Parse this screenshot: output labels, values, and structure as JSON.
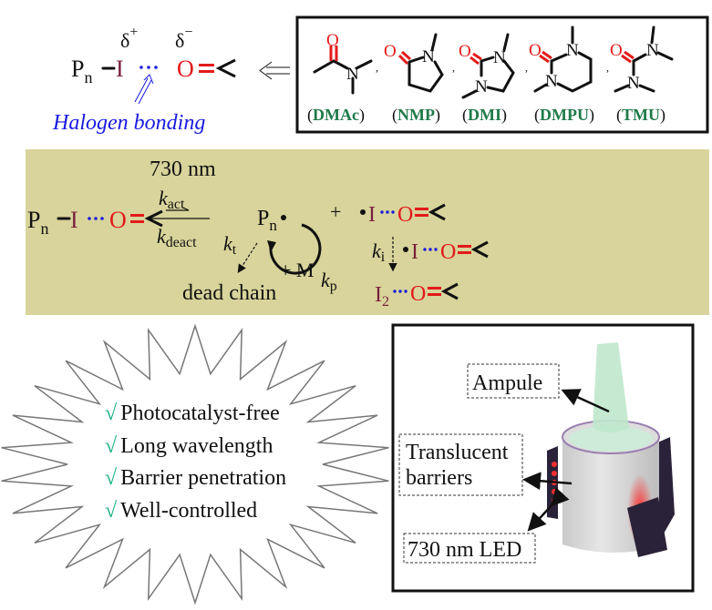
{
  "top": {
    "pn": "P",
    "pn_sub": "n",
    "iodine": "I",
    "oxygen": "O",
    "delta_plus": "δ",
    "delta_plus_sign": "+",
    "delta_minus": "δ",
    "delta_minus_sign": "−",
    "halogen_bonding": "Halogen bonding"
  },
  "solvents": [
    {
      "label": "DMAc"
    },
    {
      "label": "NMP"
    },
    {
      "label": "DMI"
    },
    {
      "label": "DMPU"
    },
    {
      "label": "TMU"
    }
  ],
  "atoms": {
    "O": "O",
    "N": "N"
  },
  "mechanism": {
    "wavelength": "730 nm",
    "k": "k",
    "act": "act",
    "deact": "deact",
    "t": "t",
    "p": "p",
    "i": "i",
    "pn": "P",
    "pn_sub": "n",
    "iodine": "I",
    "oxygen": "O",
    "i2_sub": "2",
    "plus": "+",
    "plus_m": "+ M",
    "dead_chain": "dead chain"
  },
  "advantages": [
    "Photocatalyst-free",
    "Long wavelength",
    "Barrier penetration",
    "Well-controlled"
  ],
  "check_mark": "√",
  "device": {
    "ampule": "Ampule",
    "barriers_line1": "Translucent",
    "barriers_line2": "barriers",
    "led": "730 nm LED"
  },
  "colors": {
    "panel_bg": "#d8d49b",
    "oxygen": "#e31a1a",
    "iodine": "#7a1f3d",
    "halogen_bond": "#1a1adf",
    "solvent_label": "#1f7a4a",
    "check": "#17b085"
  }
}
